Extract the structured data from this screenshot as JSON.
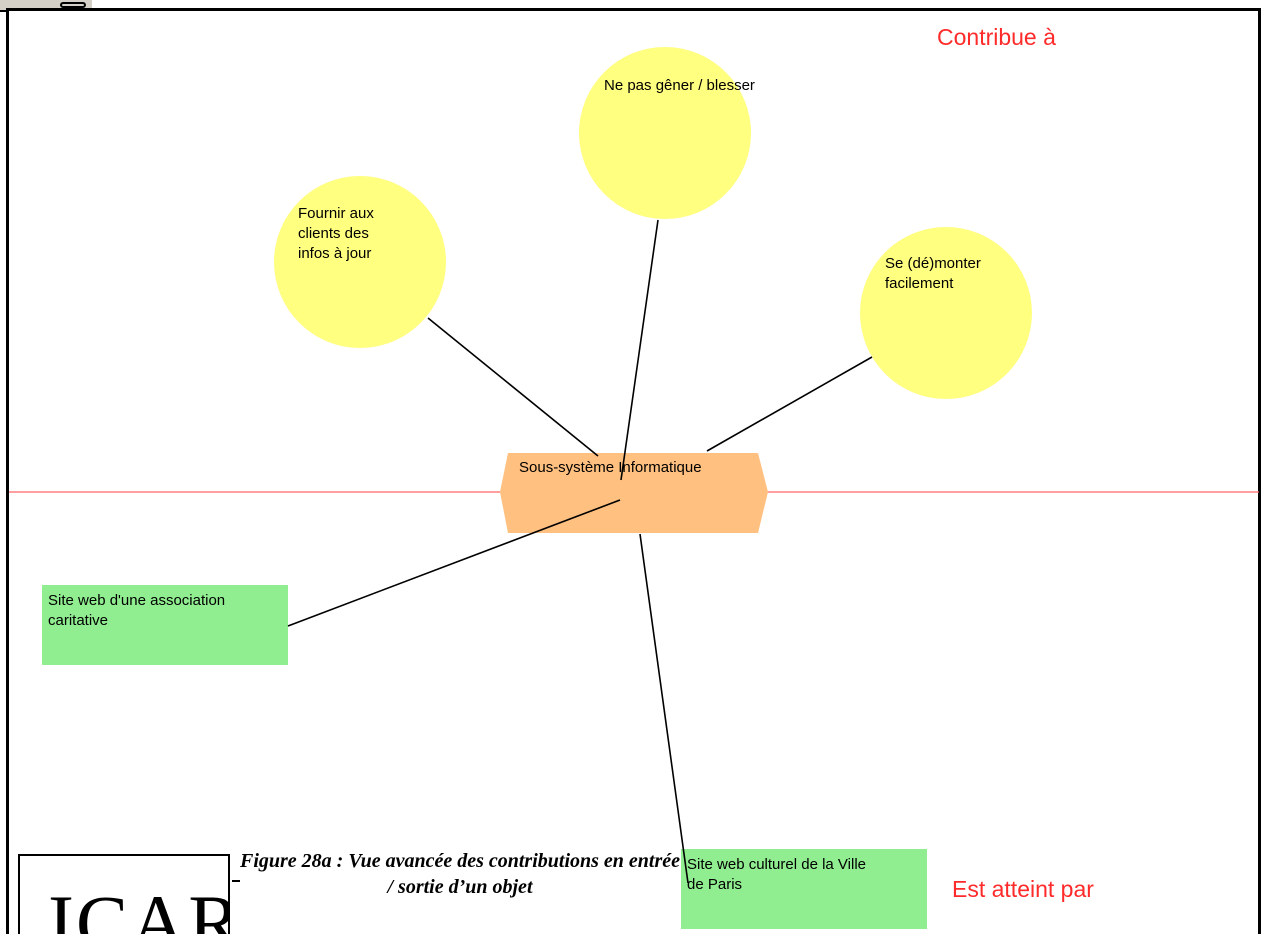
{
  "labels": {
    "contributes_to": "Contribue à",
    "reached_by": "Est atteint par"
  },
  "center_node": {
    "label": "Sous-système Informatique",
    "color": "#ffc080"
  },
  "goal_nodes": [
    {
      "label": "Ne pas gêner / blesser",
      "color": "#ffff80"
    },
    {
      "label": "Fournir aux clients des infos à jour",
      "color": "#ffff80"
    },
    {
      "label": "Se (dé)monter facilement",
      "color": "#ffff80"
    }
  ],
  "source_nodes": [
    {
      "label": "Site web d'une association caritative",
      "color": "#90ee90"
    },
    {
      "label": "Site web culturel de la Ville de Paris",
      "color": "#90ee90"
    }
  ],
  "caption": "Figure 28a : Vue avancée des contributions en entrée / sortie d’un objet",
  "logo": "ICARE",
  "colors": {
    "axis_line": "#ff6666",
    "label_red": "#ff2a2a",
    "connector": "#000000"
  }
}
